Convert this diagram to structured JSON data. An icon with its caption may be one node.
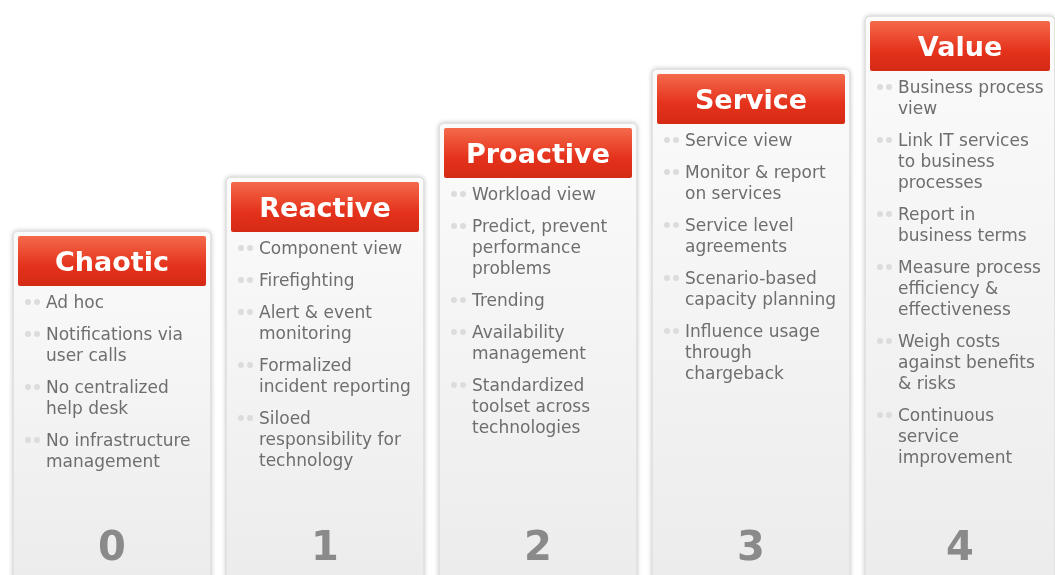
{
  "diagram": {
    "nodes": [
      {
        "text": [
          "Chaotic",
          "Ad hoc",
          "Notifications via user calls",
          "No centralized help desk",
          "No infrastructure management",
          "0"
        ]
      },
      {
        "text": [
          "Reactive",
          "Component view",
          "Firefighting",
          "Alert & event monitoring",
          "Formalized incident reporting",
          "Siloed responsibility for technology",
          "1"
        ]
      },
      {
        "text": [
          "Proactive",
          "Workload view",
          "Predict, prevent performance problems",
          "Trending",
          "Availability management",
          "Standardized toolset across technologies",
          "2"
        ]
      },
      {
        "text": [
          "Service",
          "Service view",
          "Monitor & report on services",
          "Service level agreements",
          "Scenario-based capacity planning",
          "Influence usage through chargeback",
          "3"
        ]
      },
      {
        "text": [
          "Value",
          "Business process view",
          "Link IT services to business processes",
          "Report in business terms",
          "Measure process efficiency & effectiveness",
          "Weigh costs against benefits & risks",
          "Continuous service improvement",
          "4"
        ]
      }
    ]
  }
}
